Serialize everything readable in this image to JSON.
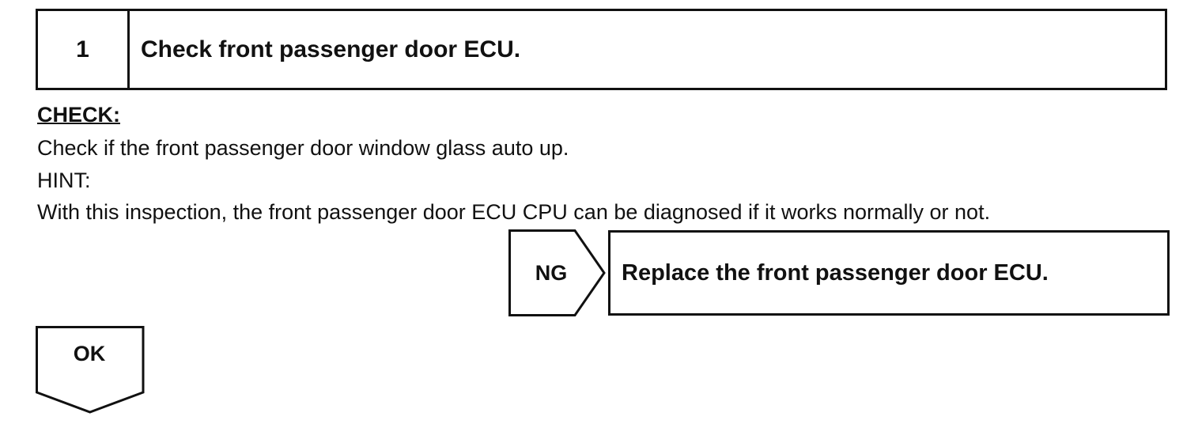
{
  "step": {
    "number": "1",
    "title": "Check front passenger door ECU."
  },
  "check": {
    "heading": "CHECK:",
    "instruction": "Check if the front passenger door window glass auto up.",
    "hint_label": "HINT:",
    "hint_text": "With this inspection, the front passenger door ECU CPU can be diagnosed if it works normally or not."
  },
  "ng_branch": {
    "label": "NG",
    "action": "Replace the front passenger door ECU."
  },
  "ok_branch": {
    "label": "OK"
  }
}
